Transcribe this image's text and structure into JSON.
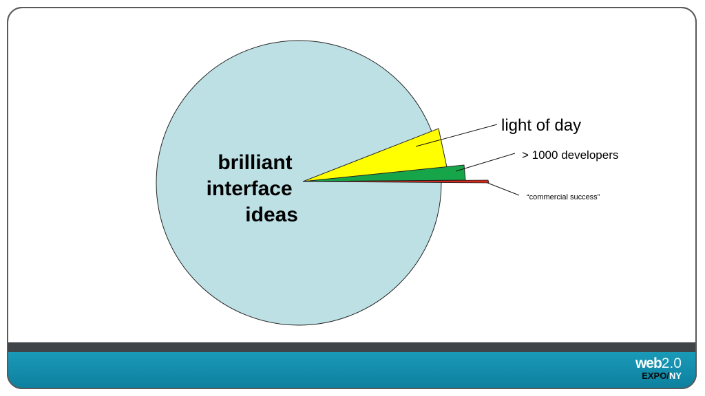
{
  "slide": {
    "center_label_lines": [
      "brilliant",
      "interface",
      "ideas"
    ],
    "annotations": {
      "light_of_day": "light of day",
      "developers": "> 1000 developers",
      "commercial": "“commercial success”"
    }
  },
  "colors": {
    "pie_base": "#bde0e4",
    "light_of_day": "#ffff00",
    "developers": "#17a54a",
    "commercial": "#d42a1c",
    "frame": "#5a5a5a",
    "dark_band": "#3e4447",
    "blue_band": "#1a9ab8"
  },
  "logo": {
    "web": "web",
    "version": "2.0",
    "expo": "EXPO/",
    "city": "NY"
  }
}
